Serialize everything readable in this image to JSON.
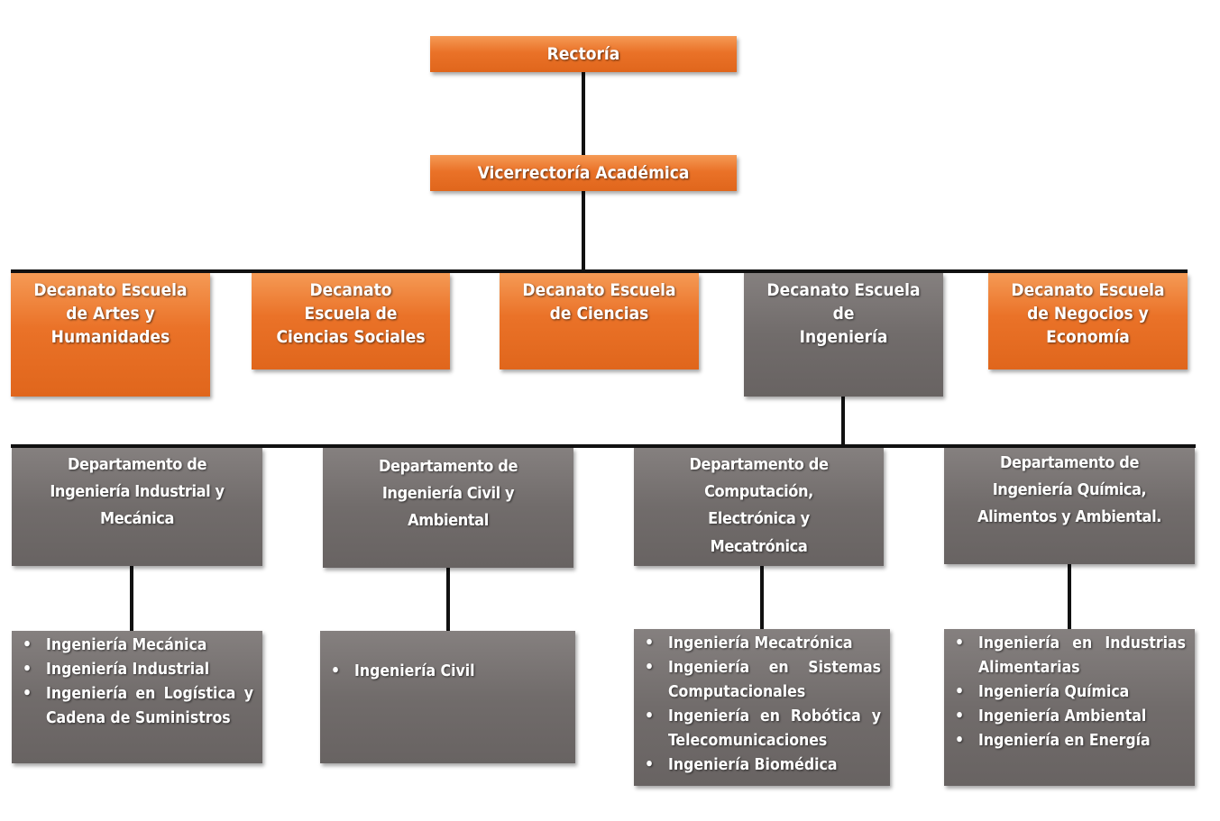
{
  "rectoria": "Rectoría",
  "vicerrectoria": "Vicerrectoría Académica",
  "decanatos": [
    {
      "lines": [
        "Decanato Escuela",
        "de Artes y",
        "Humanidades"
      ]
    },
    {
      "lines": [
        "Decanato",
        "Escuela de",
        "Ciencias Sociales"
      ]
    },
    {
      "lines": [
        "Decanato Escuela",
        "de Ciencias"
      ]
    },
    {
      "lines": [
        "Decanato Escuela",
        "de",
        "Ingeniería"
      ]
    },
    {
      "lines": [
        "Decanato Escuela",
        "de Negocios y",
        "Economía"
      ]
    }
  ],
  "departamentos": [
    {
      "lines": [
        "Departamento de",
        "Ingeniería Industrial y",
        "Mecánica"
      ],
      "programas": [
        "Ingeniería Mecánica",
        "Ingeniería Industrial",
        "Ingeniería en Logística y Cadena de Suministros"
      ]
    },
    {
      "lines": [
        "Departamento de",
        "Ingeniería Civil y",
        "Ambiental"
      ],
      "programas": [
        "Ingeniería Civil"
      ]
    },
    {
      "lines": [
        "Departamento de",
        "Computación,",
        "Electrónica y",
        "Mecatrónica"
      ],
      "programas": [
        "Ingeniería Mecatrónica",
        "Ingeniería en Sistemas Computacionales",
        "Ingeniería en Robótica y Telecomunicaciones",
        "Ingeniería Biomédica"
      ]
    },
    {
      "lines": [
        "Departamento de",
        "Ingeniería Química,",
        "Alimentos y Ambiental."
      ],
      "programas": [
        "Ingeniería en Industrias Alimentarias",
        "Ingeniería Química",
        "Ingeniería Ambiental",
        "Ingeniería en Energía"
      ]
    }
  ],
  "colors": {
    "orange": "#e8701f",
    "gray": "#716c6b",
    "connector": "#111111"
  }
}
